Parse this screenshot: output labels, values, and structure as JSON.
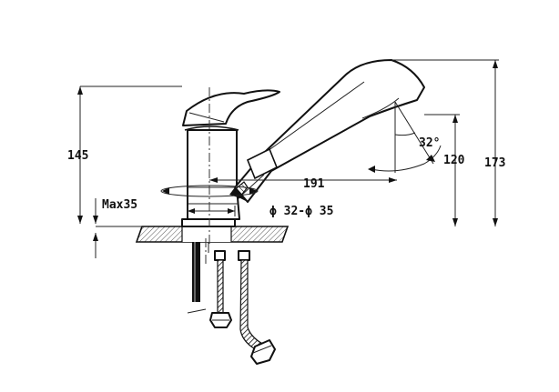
{
  "dimensions": {
    "height_spout": "173",
    "height_body": "145",
    "height_outlet": "120",
    "reach": "191",
    "angle": "32°",
    "hole_diameter": "ϕ 32-ϕ 35",
    "deck_thickness": "Max35"
  },
  "colors": {
    "line": "#111111",
    "deck_hatch": "#555555",
    "background": "#ffffff"
  },
  "icons": {
    "rotation": "rotation-arrow-icon"
  }
}
